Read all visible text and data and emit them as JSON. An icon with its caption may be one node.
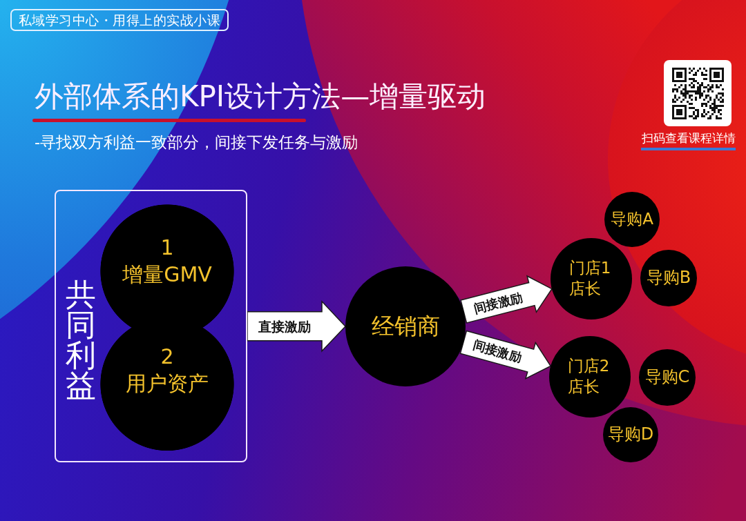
{
  "diagram": {
    "title": "外部体系的KPI设计方法—增量驱动",
    "nodes": [
      {
        "text": [
          "共同利益"
        ]
      },
      {
        "text": [
          "1",
          "增量GMV"
        ],
        "in": 0
      },
      {
        "text": [
          "2",
          "用户资产"
        ],
        "in": 0
      },
      {
        "text": [
          "经销商"
        ]
      },
      {
        "text": [
          "门店1店长"
        ]
      },
      {
        "text": [
          "导购A"
        ]
      },
      {
        "text": [
          "导购B"
        ]
      },
      {
        "text": [
          "门店2店长"
        ]
      },
      {
        "text": [
          "导购C"
        ]
      },
      {
        "text": [
          "导购D"
        ]
      }
    ],
    "edges": [
      {
        "from": 0,
        "to": 3,
        "arrow": "to",
        "label": "直接激励"
      },
      {
        "from": 3,
        "to": 4,
        "arrow": "to",
        "label": "间接激励"
      },
      {
        "from": 3,
        "to": 7,
        "arrow": "to",
        "label": "间接激励"
      }
    ],
    "labels": [
      "私域学习中心・用得上的实战小课",
      "-寻找双方利益一致部分，间接下发任务与激励",
      "扫码查看课程详情"
    ]
  }
}
